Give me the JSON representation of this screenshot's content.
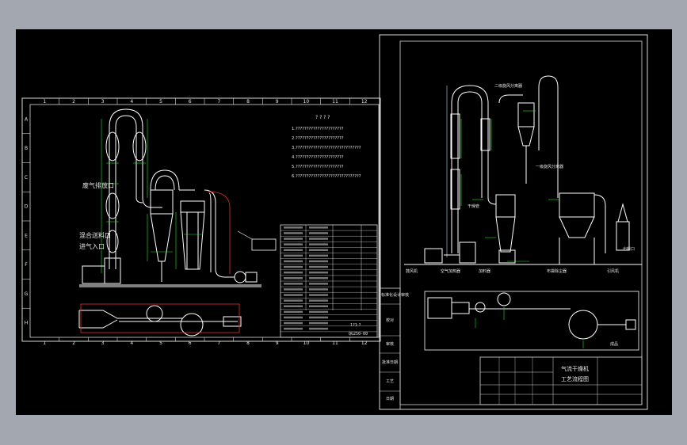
{
  "left_sheet": {
    "columns": [
      "1",
      "2",
      "3",
      "4",
      "5",
      "6",
      "7",
      "8",
      "9",
      "10",
      "11",
      "12"
    ],
    "rows": [
      "A",
      "B",
      "C",
      "D",
      "E",
      "F",
      "G",
      "H"
    ],
    "notes_title": "? ? ? ?",
    "notes": [
      "1.??????????????????????",
      "2.??????????????????????",
      "3.??????????????????????????????",
      "4.??????????????????????",
      "5.??????????????????????",
      "6.??????????????????????????????"
    ],
    "labels": {
      "l1": "废气排放口",
      "l2": "混合送料口",
      "l3": "进气入口"
    },
    "title_block": {
      "code": "QG250-00",
      "small": "1?1:?"
    }
  },
  "right_sheet": {
    "sheet_sign": "标准化设计审核",
    "side_boxes": [
      "校对",
      "审核",
      "批准日期",
      "工艺",
      "日期"
    ],
    "title": [
      "气流干燥机",
      "工艺流程图"
    ],
    "labels": {
      "feeder": "加料器",
      "heater": "空气加热器",
      "cyclone1": "一级旋风分离器",
      "cyclone2": "二级旋风分离器",
      "dust": "布袋除尘器",
      "fan": "引风机",
      "outlet": "出料口",
      "pipe": "干燥管",
      "blower": "鼓风机",
      "product": "成品"
    }
  },
  "colors": {
    "background": "#000000",
    "frame": "#d9d9d9",
    "pipe": "#ffffff",
    "dim": "#1eea1e",
    "accent": "#e23030",
    "pale": "#9fdcf0",
    "outer": "#a3a7b0"
  }
}
